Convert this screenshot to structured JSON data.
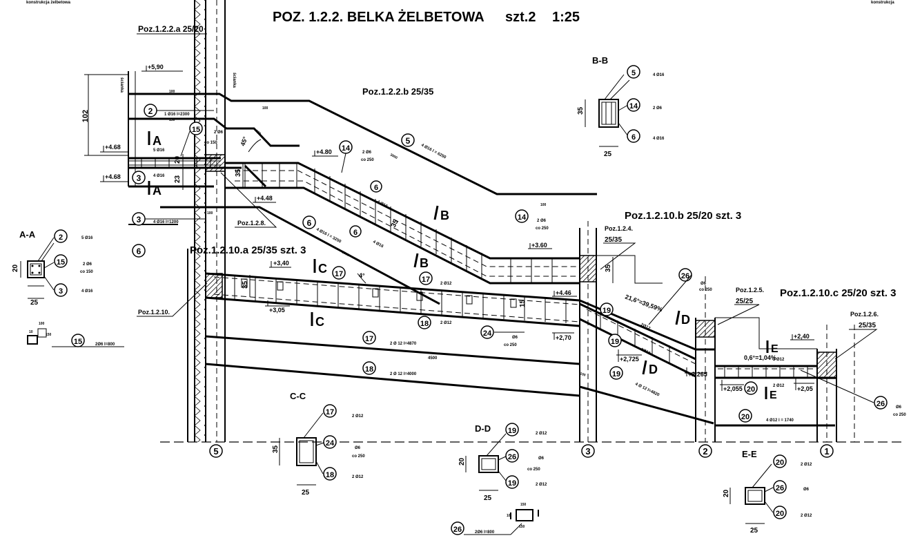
{
  "drawing": {
    "title": "POZ. 1.2.2. BELKA ŻELBETOWA",
    "quantity": "szt.2",
    "scale": "1:25"
  },
  "positions": {
    "p122a": "Poz.1.2.2.a 25/20",
    "p122b": "Poz.1.2.2.b 25/35",
    "p1210a": "Poz.1.2.10.a 25/35 szt. 3",
    "p1210b": "Poz.1.2.10.b 25/20 szt. 3",
    "p1210c": "Poz.1.2.10.c 25/20 szt. 3",
    "p128": "Poz.1.2.8.",
    "p1210": "Poz.1.2.10.",
    "p124": "Poz.1.2.4.",
    "p124_size": "25/35",
    "p125": "Poz.1.2.5.",
    "p125_size": "25/25",
    "p126": "Poz.1.2.6.",
    "p126_size": "25/35"
  },
  "levels": {
    "l590": "+5,90",
    "l468a": "+4.68",
    "l468b": "+4.68",
    "l480": "+4.80",
    "l448": "+4.48",
    "l360": "+3.60",
    "l340": "+3,40",
    "l305": "+3,05",
    "l446": "+4.46",
    "l270": "+2,70",
    "l2725": "+2,725",
    "l2265": "+2,265",
    "l240": "+2,40",
    "l2055": "+2,055",
    "l205": "+2,05"
  },
  "dims": {
    "d102": "102",
    "d35a": "35",
    "d20a": "20",
    "d23": "23",
    "d35b": "35",
    "d35c": "35",
    "d15": "15",
    "d45deg": "45°",
    "d4deg": "4°",
    "slope1": "21,6°=39,59%",
    "slope2": "0,6°=1,04%",
    "d100a": "100",
    "d100b": "100",
    "d100c": "100",
    "d100d": "100",
    "d100e": "100",
    "d100f": "100",
    "d150": "150",
    "d4500": "4500",
    "d3000": "3000",
    "d3500": "3500",
    "dv1": "ścianka",
    "dv2": "ścianka"
  },
  "marks": {
    "m2": "2",
    "m3a": "3",
    "m3b": "3",
    "m5": "5",
    "m6a": "6",
    "m6b": "6",
    "m14a": "14",
    "m14b": "14",
    "m15": "15",
    "m17a": "17",
    "m17b": "17",
    "m18a": "18",
    "m18b": "18",
    "m19a": "19",
    "m19b": "19",
    "m19c": "19",
    "m20a": "20",
    "m20b": "20",
    "m24": "24",
    "m26a": "26",
    "m26b": "26",
    "m5b": "6"
  },
  "bar_labels": {
    "b2": "1 Ø16 l=2300",
    "b15": "co 150",
    "b15top": "2 Ø6",
    "b5top": "5 Ø16",
    "b3": "4 Ø16",
    "b3long": "4 Ø16 l=1200",
    "b5": "4 Ø16 l = 6250",
    "b14a": "2 Ø6",
    "b14a2": "co 250",
    "b14b": "2 Ø6",
    "b14b2": "co 250",
    "b6": "4 Ø16 l = 3250",
    "b6a": "4 Ø16",
    "b6b": "4 Ø16",
    "b17": "2 Ø12",
    "b18": "2 Ø12",
    "b24": "Ø6",
    "b24b": "co 250",
    "b17long": "2 Ø 12 l=4870",
    "b18long": "2 Ø 12 l=4000",
    "b26": "Ø6",
    "b26b": "co 250",
    "b19a": "2Ø12",
    "b19b": "2Ø12",
    "b19long": "4 Ø 12 l=4820",
    "b20": "2 Ø12",
    "b20long": "4 Ø12 l = 1740",
    "b26r": "Ø6",
    "b26r2": "co 250",
    "b2Ø12": "2 Ø12"
  },
  "axes": {
    "a5": "5",
    "a3": "3",
    "a2": "2",
    "a1": "1"
  },
  "section_marks": {
    "A1": "A",
    "A2": "A",
    "B1": "B",
    "B2": "B",
    "C1": "C",
    "C2": "C",
    "D1": "D",
    "D2": "D",
    "E1": "E",
    "E2": "E"
  },
  "sections": {
    "AA": {
      "title": "A-A",
      "h": "20",
      "w": "25",
      "m_top": "2",
      "t_top": "5 Ø16",
      "m_mid": "15",
      "t_mid": "2 Ø6",
      "t_mid2": "co 150",
      "m_bot": "3",
      "t_bot": "4 Ø16",
      "stirrup_mark": "15",
      "stirrup_txt": "2Ø6 l=800",
      "sd1": "100",
      "sd2": "150",
      "sd3": "10"
    },
    "BB": {
      "title": "B-B",
      "h": "35",
      "w": "25",
      "m_top": "5",
      "t_top": "4 Ø16",
      "m_mid": "14",
      "t_mid": "2 Ø6",
      "m_bot": "6",
      "t_bot": "4 Ø16"
    },
    "CC": {
      "title": "C-C",
      "h": "35",
      "w": "25",
      "m_top": "17",
      "t_top": "2 Ø12",
      "m_mid": "24",
      "t_mid": "Ø6",
      "t_mid2": "co 250",
      "m_bot": "18",
      "t_bot": "2 Ø12"
    },
    "DD": {
      "title": "D-D",
      "h": "20",
      "w": "25",
      "m_top": "19",
      "t_top": "2 Ø12",
      "m_mid": "26",
      "t_mid": "Ø6",
      "t_mid2": "co 250",
      "m_bot": "19",
      "t_bot": "2 Ø12",
      "stirrup_mark": "26",
      "stirrup_txt": "2Ø6 l=800",
      "sd1": "150",
      "sd2": "150",
      "sd3": "10"
    },
    "EE": {
      "title": "E-E",
      "h": "20",
      "w": "25",
      "m_top": "20",
      "t_top": "2 Ø12",
      "m_mid": "26",
      "t_mid": "Ø6",
      "m_bot": "20",
      "t_bot": "2 Ø12"
    }
  },
  "corner_labels": {
    "tl": "konstrukcja żelbetowa",
    "tr": "konstrukcja"
  }
}
